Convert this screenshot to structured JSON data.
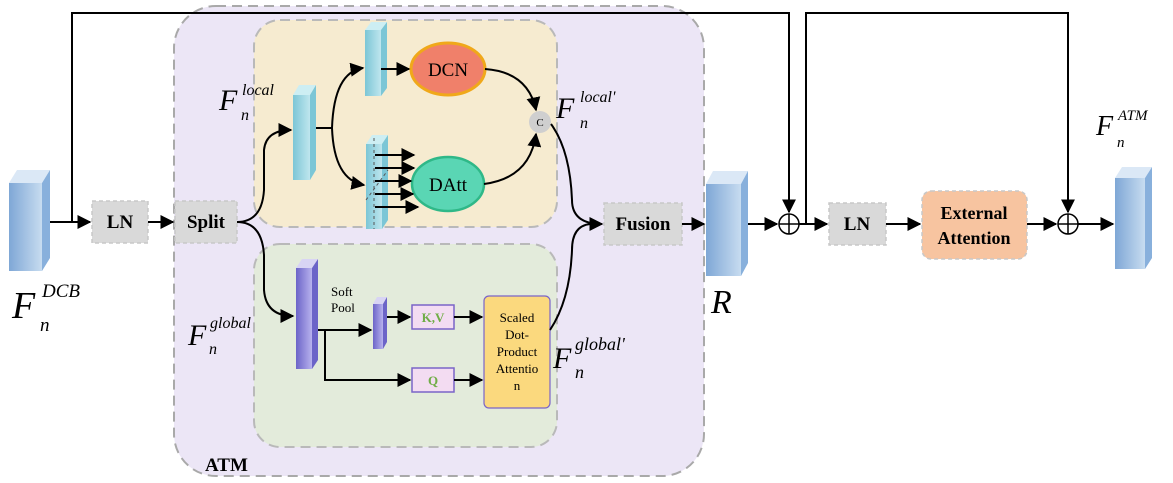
{
  "colors": {
    "atm_region": "#ece6f6",
    "local_region": "#f6ebd0",
    "global_region": "#e3ebdb",
    "gray_box": "#d9d9d9",
    "dcn_fill": "#f0806a",
    "dcn_stroke": "#f0a81a",
    "datt_fill": "#5ad6b4",
    "datt_stroke": "#2fb888",
    "ext_attn_fill": "#f7c4a0",
    "sdpa_fill": "#fbd97e",
    "kv_box_fill": "#f3dcf2",
    "kv_text": "#70ad47",
    "feature_blue": "#9dbfe3",
    "feature_cyan": "#8fd2dc",
    "feature_purple": "#8f88d8"
  },
  "blocks": {
    "ln1": "LN",
    "split": "Split",
    "fusion": "Fusion",
    "ln2": "LN",
    "external_attention_line1": "External",
    "external_attention_line2": "Attention",
    "dcn": "DCN",
    "datt": "DAtt",
    "concat": "C",
    "kv": "K,V",
    "q": "Q",
    "softpool_line1": "Soft",
    "softpool_line2": "Pool",
    "sdpa_lines": [
      "Scaled",
      "Dot-",
      "Product",
      "Attentio",
      "n"
    ],
    "atm_label": "ATM"
  },
  "symbols": {
    "F": "F",
    "n": "n",
    "dcb": "DCB",
    "local": "local",
    "local_prime": "local'",
    "global": "global",
    "global_prime": "global'",
    "atm": "ATM",
    "R": "R"
  }
}
